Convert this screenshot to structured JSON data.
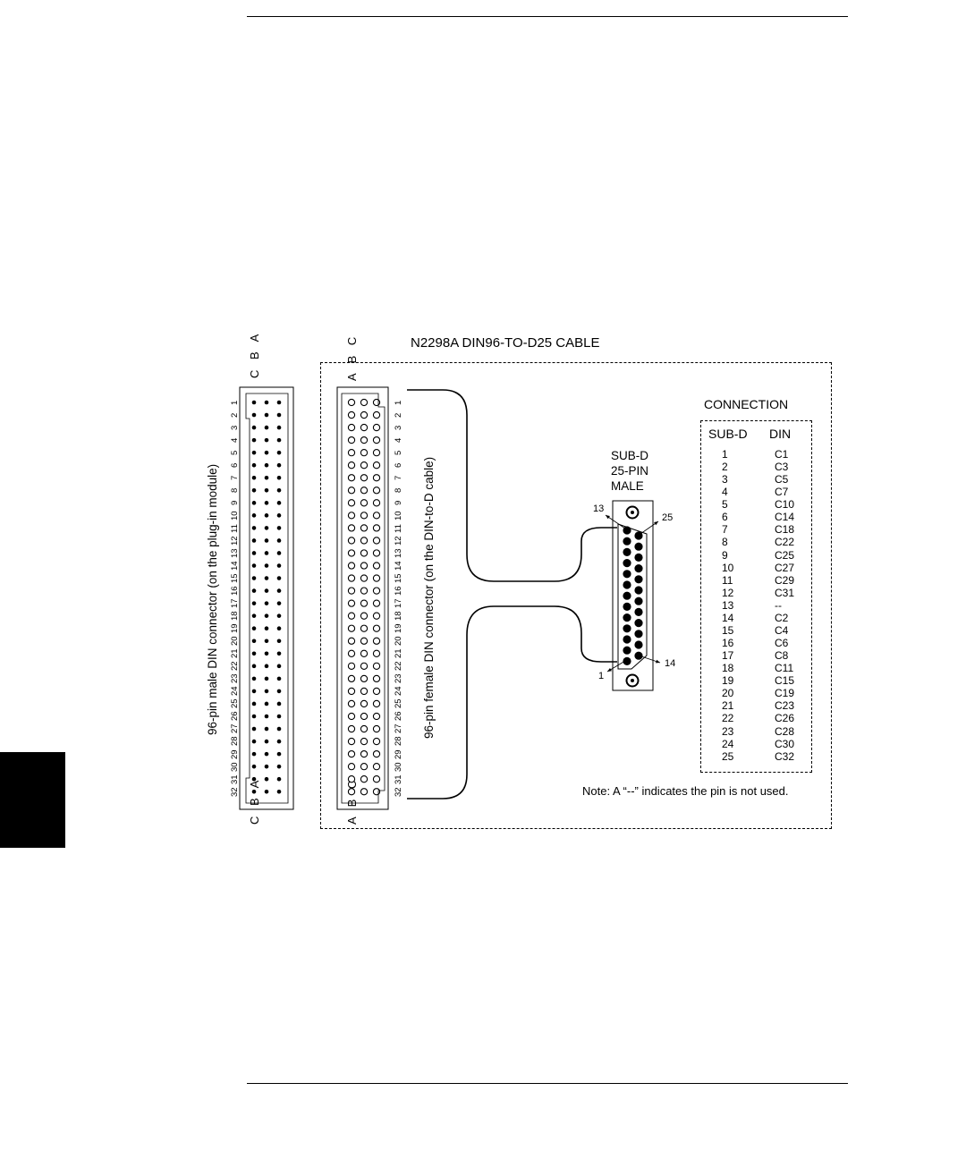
{
  "title": "N2298A DIN96-TO-D25 CABLE",
  "male_connector_label": "96-pin male  DIN connector (on the plug-in module)",
  "female_connector_label": "96-pin female  DIN connector (on the DIN-to-D cable)",
  "row_letters_male_top": "C B A",
  "row_letters_male_bottom": "C B A",
  "row_letters_female_top": "A B C",
  "row_letters_female_bottom": "A B C",
  "pin_numbers": [
    "1",
    "2",
    "3",
    "4",
    "5",
    "6",
    "7",
    "8",
    "9",
    "10",
    "11",
    "12",
    "13",
    "14",
    "15",
    "16",
    "17",
    "18",
    "19",
    "20",
    "21",
    "22",
    "23",
    "24",
    "25",
    "26",
    "27",
    "28",
    "29",
    "30",
    "31",
    "32"
  ],
  "subd_label": [
    "SUB-D",
    "25-PIN",
    "MALE"
  ],
  "subd_pin_labels": {
    "p13": "13",
    "p25": "25",
    "p1": "1",
    "p14": "14"
  },
  "connection": {
    "heading": "CONNECTION",
    "col_subd": "SUB-D",
    "col_din": "DIN",
    "rows": [
      [
        "1",
        "C1"
      ],
      [
        "2",
        "C3"
      ],
      [
        "3",
        "C5"
      ],
      [
        "4",
        "C7"
      ],
      [
        "5",
        "C10"
      ],
      [
        "6",
        "C14"
      ],
      [
        "7",
        "C18"
      ],
      [
        "8",
        "C22"
      ],
      [
        "9",
        "C25"
      ],
      [
        "10",
        "C27"
      ],
      [
        "11",
        "C29"
      ],
      [
        "12",
        "C31"
      ],
      [
        "13",
        "--"
      ],
      [
        "14",
        "C2"
      ],
      [
        "15",
        "C4"
      ],
      [
        "16",
        "C6"
      ],
      [
        "17",
        "C8"
      ],
      [
        "18",
        "C11"
      ],
      [
        "19",
        "C15"
      ],
      [
        "20",
        "C19"
      ],
      [
        "21",
        "C23"
      ],
      [
        "22",
        "C26"
      ],
      [
        "23",
        "C28"
      ],
      [
        "24",
        "C30"
      ],
      [
        "25",
        "C32"
      ]
    ]
  },
  "note": "Note: A “--” indicates the pin is not used."
}
